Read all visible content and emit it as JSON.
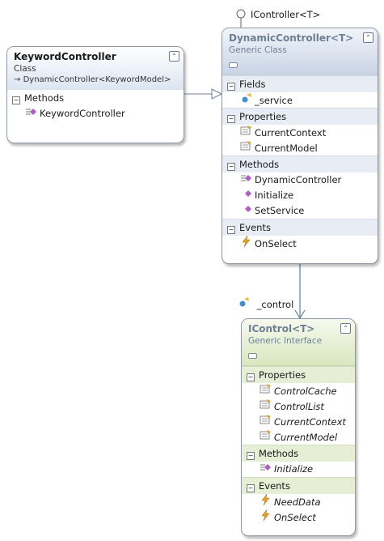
{
  "lollipop": {
    "label": "IController<T>"
  },
  "keyword_controller": {
    "name": "KeywordController",
    "kind": "Class",
    "inherits": "DynamicController<KeywordModel>",
    "sections": [
      {
        "title": "Methods",
        "items": [
          {
            "name": "KeywordController",
            "icon": "method-icon"
          }
        ]
      }
    ]
  },
  "dynamic_controller": {
    "name": "DynamicController<T>",
    "kind": "Generic Class",
    "sections": [
      {
        "title": "Fields",
        "items": [
          {
            "name": "_service",
            "icon": "field-icon"
          }
        ]
      },
      {
        "title": "Properties",
        "items": [
          {
            "name": "CurrentContext",
            "icon": "property-icon"
          },
          {
            "name": "CurrentModel",
            "icon": "property-icon"
          }
        ]
      },
      {
        "title": "Methods",
        "items": [
          {
            "name": "DynamicController",
            "icon": "method-icon"
          },
          {
            "name": "Initialize",
            "icon": "method-icon"
          },
          {
            "name": "SetService",
            "icon": "method-icon"
          }
        ]
      },
      {
        "title": "Events",
        "items": [
          {
            "name": "OnSelect",
            "icon": "event-icon"
          }
        ]
      }
    ]
  },
  "association": {
    "label": "_control"
  },
  "icontrol": {
    "name": "IControl<T>",
    "kind": "Generic Interface",
    "sections": [
      {
        "title": "Properties",
        "items": [
          {
            "name": "ControlCache",
            "icon": "property-icon"
          },
          {
            "name": "ControlList",
            "icon": "property-icon"
          },
          {
            "name": "CurrentContext",
            "icon": "property-icon"
          },
          {
            "name": "CurrentModel",
            "icon": "property-icon"
          }
        ]
      },
      {
        "title": "Methods",
        "items": [
          {
            "name": "Initialize",
            "icon": "method-icon"
          }
        ]
      },
      {
        "title": "Events",
        "items": [
          {
            "name": "NeedData",
            "icon": "event-icon"
          },
          {
            "name": "OnSelect",
            "icon": "event-icon"
          }
        ]
      }
    ]
  },
  "colors": {
    "connector": "#5b7fa6",
    "border": "#8f9aa8",
    "method": "#b05cc8",
    "event": "#e8a020"
  }
}
